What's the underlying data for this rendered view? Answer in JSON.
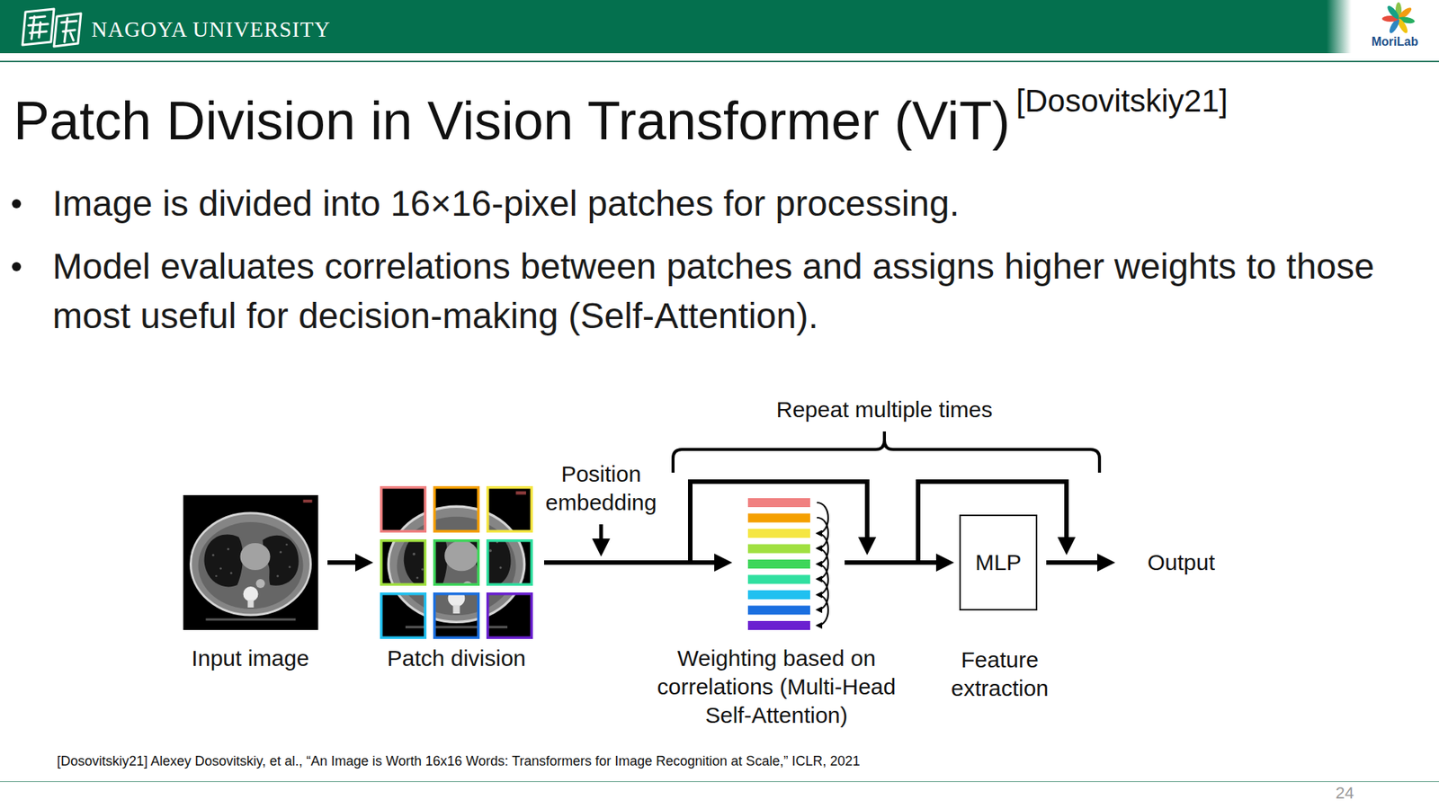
{
  "diagram": {
    "title": "Patch Division in Vision Transformer (ViT)",
    "nodes": [
      {
        "text": [
          "Input image"
        ]
      },
      {
        "text": [
          "Patch division"
        ]
      },
      {
        "text": [
          "Weighting based on correlations (Multi-Head Self-Attention)"
        ]
      },
      {
        "text": [
          "MLP",
          "Feature extraction"
        ]
      },
      {
        "text": [
          "Output"
        ]
      }
    ],
    "edges": [
      {
        "from": 0,
        "to": 1,
        "arrow": "to"
      },
      {
        "from": 1,
        "to": 2,
        "arrow": "to"
      },
      {
        "from": 2,
        "to": 3,
        "arrow": "to"
      },
      {
        "from": 3,
        "to": 4,
        "arrow": "to"
      }
    ],
    "labels": [
      "NAGOYA UNIVERSITY",
      "MoriLab",
      "[Dosovitskiy21]",
      "Image is divided into 16×16-pixel patches for processing.",
      "Model evaluates correlations between patches and assigns higher weights to those most useful for decision-making (Self-Attention).",
      "Position embedding",
      "Repeat multiple times",
      "[Dosovitskiy21] Alexey Dosovitskiy, et al., “An Image is Worth 16x16 Words: Transformers for Image Recognition at Scale,” ICLR, 2021",
      "24"
    ]
  }
}
